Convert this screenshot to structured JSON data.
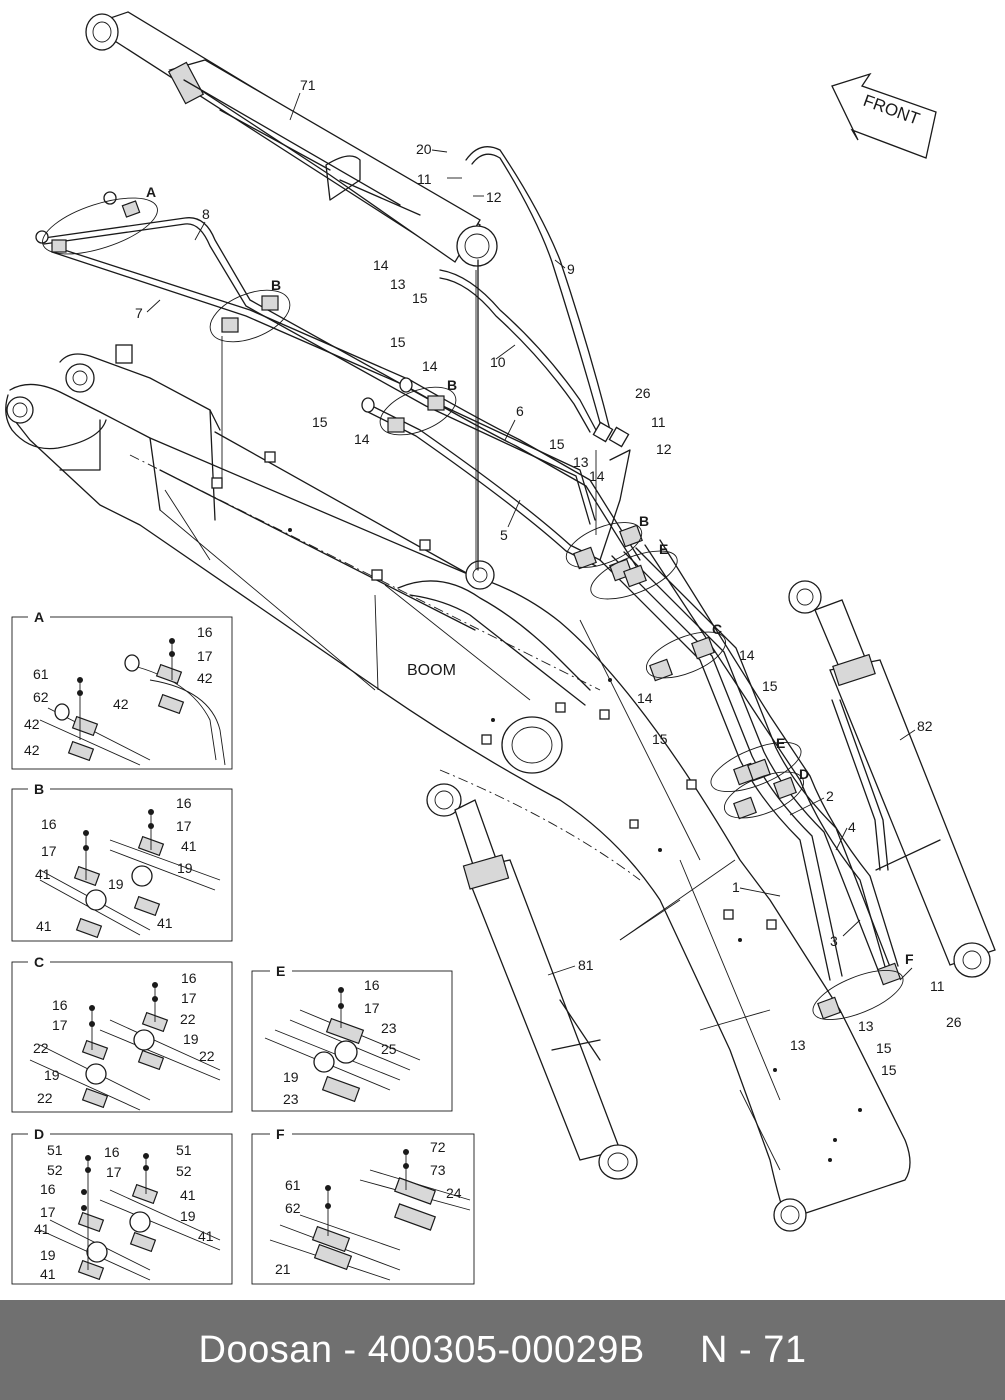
{
  "diagram": {
    "boom_label": "BOOM",
    "front_label": "FRONT",
    "detail_letters": {
      "A": "A",
      "B": "B",
      "C": "C",
      "D": "D",
      "E": "E",
      "F": "F"
    },
    "callouts": {
      "c71": "71",
      "c20": "20",
      "c11a": "11",
      "c12a": "12",
      "c9": "9",
      "c14a": "14",
      "c13a": "13",
      "c15a": "15",
      "c8": "8",
      "c7": "7",
      "c10": "10",
      "c15b": "15",
      "c14b": "14",
      "c15c": "15",
      "c14c": "14",
      "c6": "6",
      "c26a": "26",
      "c11b": "11",
      "c15d": "15",
      "c12b": "12",
      "c13b": "13",
      "c14d": "14",
      "c5": "5",
      "c14e": "14",
      "c15e": "15",
      "c14f": "14",
      "c15f": "15",
      "c82": "82",
      "c2": "2",
      "c4": "4",
      "c1": "1",
      "c3": "3",
      "c81": "81",
      "c11c": "11",
      "c13c": "13",
      "c26b": "26",
      "c13d": "13",
      "c15g": "15",
      "c15h": "15"
    },
    "panels": {
      "A": {
        "letter": "A",
        "labels": [
          "16",
          "17",
          "42",
          "61",
          "62",
          "42",
          "42",
          "42"
        ]
      },
      "B": {
        "letter": "B",
        "labels": [
          "16",
          "17",
          "41",
          "19",
          "16",
          "17",
          "41",
          "19",
          "41",
          "41"
        ]
      },
      "C": {
        "letter": "C",
        "labels": [
          "16",
          "17",
          "22",
          "19",
          "22",
          "16",
          "17",
          "22",
          "19",
          "22"
        ]
      },
      "E": {
        "letter": "E",
        "labels": [
          "16",
          "17",
          "23",
          "25",
          "19",
          "23"
        ]
      },
      "D": {
        "letter": "D",
        "labels": [
          "51",
          "52",
          "16",
          "17",
          "41",
          "19",
          "41",
          "16",
          "51",
          "17",
          "52",
          "41",
          "19",
          "41"
        ]
      },
      "F": {
        "letter": "F",
        "labels": [
          "72",
          "73",
          "24",
          "61",
          "62",
          "21"
        ]
      }
    }
  },
  "footer": {
    "text": "Doosan - 400305-00029B     N - 71"
  }
}
